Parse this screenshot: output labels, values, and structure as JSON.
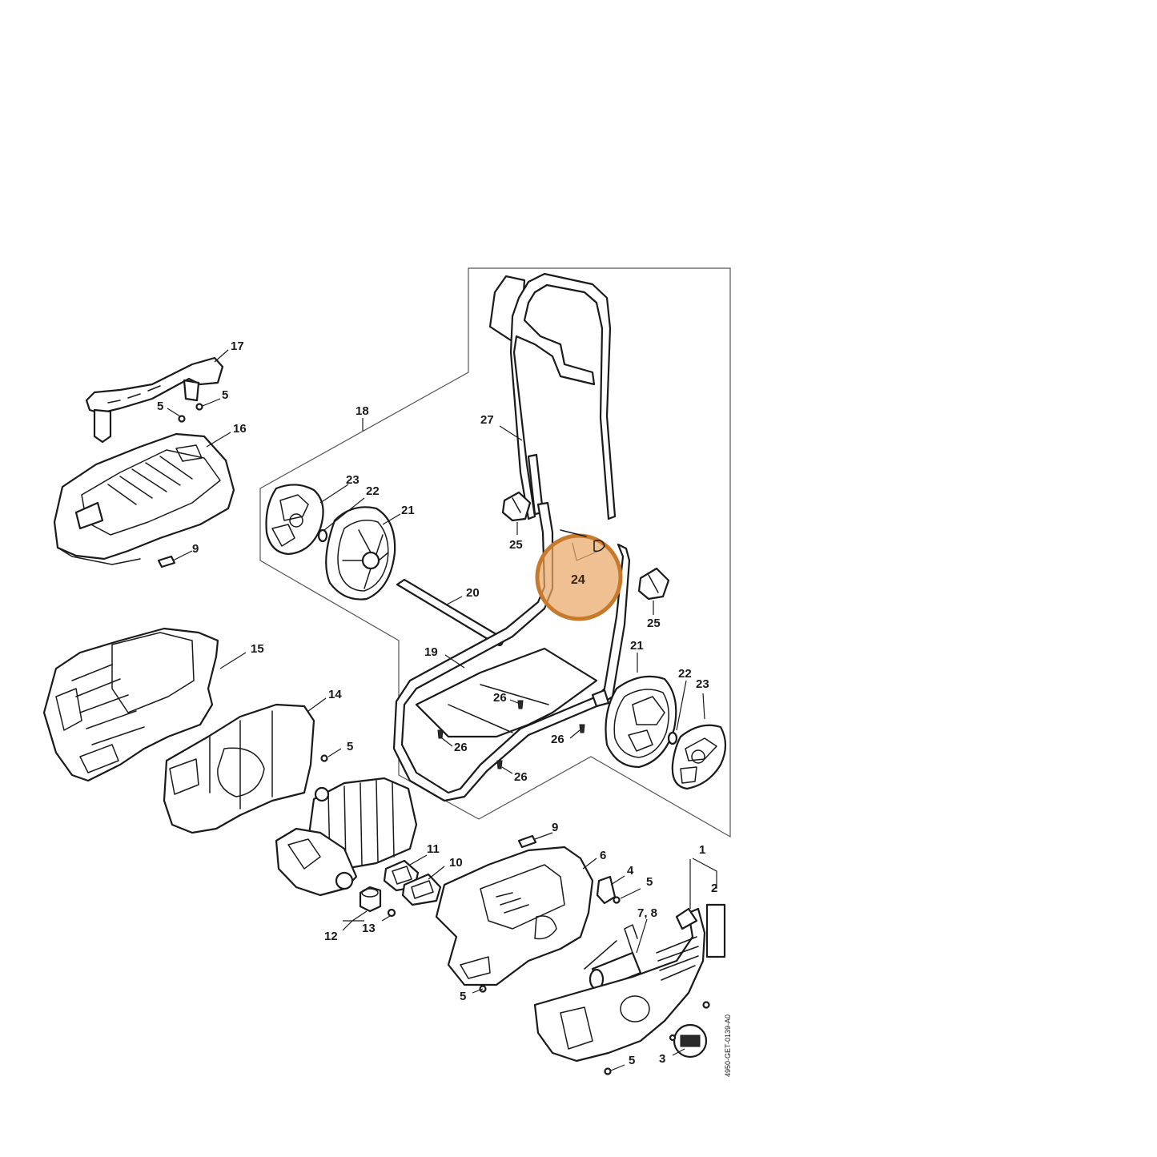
{
  "highlight": {
    "label": "24",
    "color": "#e8a868",
    "stroke": "#c87a2c"
  },
  "doc_ref": "4950-GET-0139-A0",
  "callouts": {
    "c1": "1",
    "c2": "2",
    "c3": "3",
    "c4": "4",
    "c5a": "5",
    "c5b": "5",
    "c5c": "5",
    "c5d": "5",
    "c5e": "5",
    "c5f": "5",
    "c6": "6",
    "c7_8": "7, 8",
    "c9a": "9",
    "c9b": "9",
    "c10": "10",
    "c11": "11",
    "c12": "12",
    "c13": "13",
    "c14": "14",
    "c15": "15",
    "c16": "16",
    "c17": "17",
    "c18": "18",
    "c19": "19",
    "c20": "20",
    "c21a": "21",
    "c21b": "21",
    "c22a": "22",
    "c22b": "22",
    "c23a": "23",
    "c23b": "23",
    "c25a": "25",
    "c25b": "25",
    "c26a": "26",
    "c26b": "26",
    "c26c": "26",
    "c26d": "26",
    "c27": "27"
  }
}
